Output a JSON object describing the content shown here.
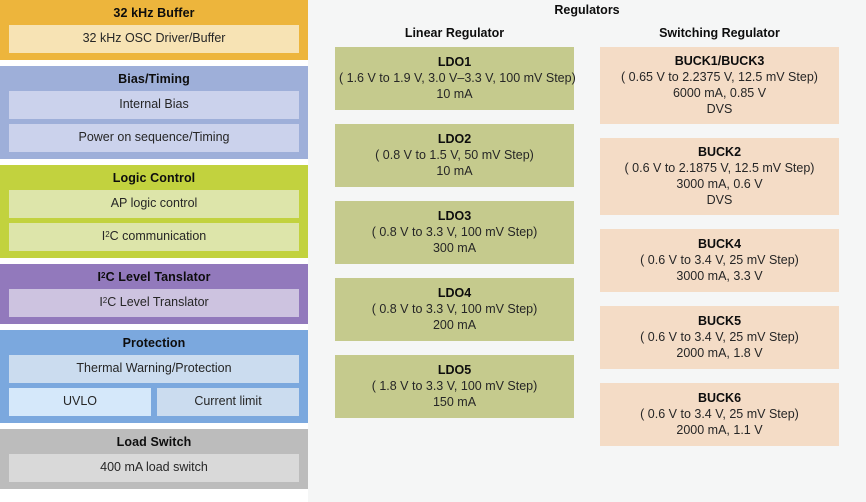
{
  "colors": {
    "panel_background": "#f5f6f6",
    "ldo_box": "#c5ca8d",
    "buck_box": "#f4dcc6",
    "osc_block": "#edb53c",
    "osc_sub": "#f7e3b4",
    "bias_block": "#9eafd9",
    "bias_sub": "#cbd2ec",
    "logic_block": "#c2d23e",
    "logic_sub": "#dde5aa",
    "i2c_block": "#9279bc",
    "i2c_sub": "#cdc3e0",
    "protection_block": "#7ba8de",
    "protection_sub": "#cbdcef",
    "uvlo_sub": "#d5e8fa",
    "loadswitch_block": "#bcbcbc",
    "loadswitch_sub": "#d9d9d9"
  },
  "left_panel": {
    "blocks": [
      {
        "title": "32 kHz Buffer",
        "items": [
          {
            "label": "32 kHz OSC Driver/Buffer"
          }
        ]
      },
      {
        "title": "Bias/Timing",
        "items": [
          {
            "label": "Internal Bias"
          },
          {
            "label": "Power on sequence/Timing"
          }
        ]
      },
      {
        "title": "Logic Control",
        "items": [
          {
            "label": "AP logic control"
          },
          {
            "label_pre": "I",
            "label_sup": "2",
            "label_post": "C communication"
          }
        ]
      },
      {
        "title_pre": "I",
        "title_sup": "2",
        "title_post": "C Level Tanslator",
        "items": [
          {
            "label_pre": "I",
            "label_sup": "2",
            "label_post": "C Level Translator"
          }
        ]
      },
      {
        "title": "Protection",
        "items": [
          {
            "label": "Thermal Warning/Protection"
          }
        ],
        "row_items": [
          {
            "label": "UVLO"
          },
          {
            "label": "Current limit"
          }
        ]
      },
      {
        "title": "Load Switch",
        "items": [
          {
            "label": "400 mA load switch"
          }
        ]
      }
    ]
  },
  "right_panel": {
    "title": "Regulators",
    "columns": [
      {
        "title": "Linear Regulator",
        "boxes": [
          {
            "name": "LDO1",
            "lines": [
              "( 1.6 V to 1.9 V, 3.0 V–3.3 V, 100 mV Step)",
              "10 mA"
            ]
          },
          {
            "name": "LDO2",
            "lines": [
              "( 0.8 V to 1.5 V, 50 mV Step)",
              "10 mA"
            ]
          },
          {
            "name": "LDO3",
            "lines": [
              "( 0.8 V to 3.3 V, 100 mV Step)",
              "300 mA"
            ]
          },
          {
            "name": "LDO4",
            "lines": [
              "( 0.8 V to 3.3 V, 100 mV Step)",
              "200 mA"
            ]
          },
          {
            "name": "LDO5",
            "lines": [
              "( 1.8 V to 3.3 V, 100 mV Step)",
              "150 mA"
            ]
          }
        ]
      },
      {
        "title": "Switching Regulator",
        "boxes": [
          {
            "name": "BUCK1/BUCK3",
            "lines": [
              "( 0.65 V to 2.2375 V, 12.5 mV Step)",
              "6000 mA, 0.85 V",
              "DVS"
            ]
          },
          {
            "name": "BUCK2",
            "lines": [
              "( 0.6 V to 2.1875 V, 12.5 mV Step)",
              "3000 mA, 0.6 V",
              "DVS"
            ]
          },
          {
            "name": "BUCK4",
            "lines": [
              "( 0.6 V to 3.4 V, 25 mV Step)",
              "3000 mA, 3.3 V"
            ]
          },
          {
            "name": "BUCK5",
            "lines": [
              "( 0.6 V to 3.4 V, 25 mV Step)",
              "2000 mA, 1.8 V"
            ]
          },
          {
            "name": "BUCK6",
            "lines": [
              "( 0.6 V to 3.4 V, 25 mV Step)",
              "2000 mA, 1.1 V"
            ]
          }
        ]
      }
    ]
  }
}
